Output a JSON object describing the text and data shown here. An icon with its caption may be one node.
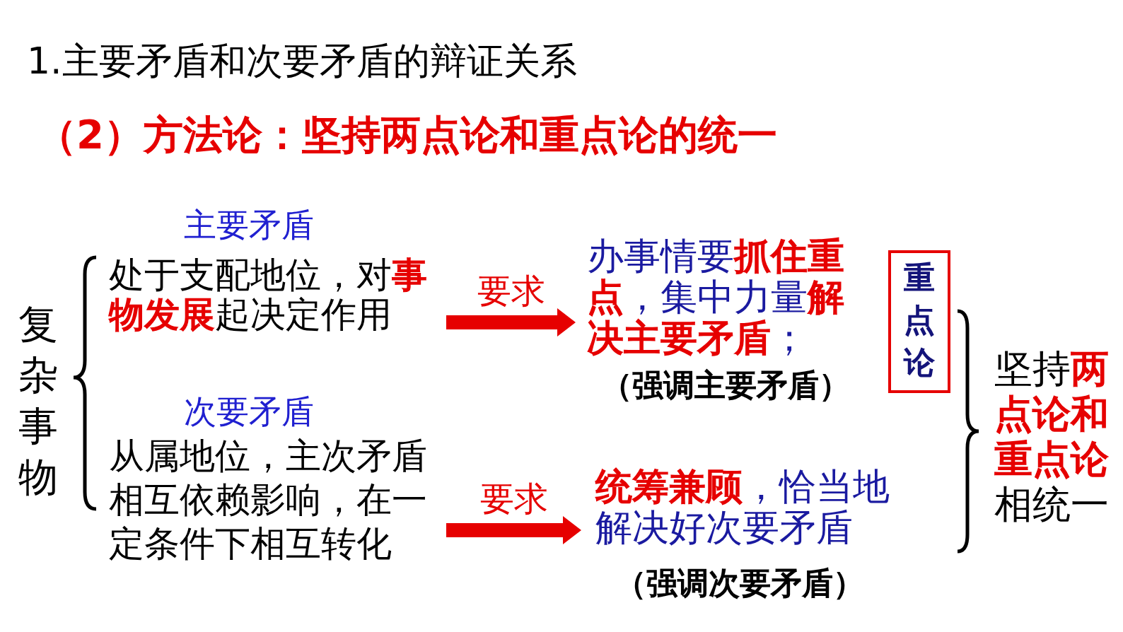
{
  "diagram": {
    "title": "1.主要矛盾和次要矛盾的辩证关系",
    "nodes": [
      {
        "text": [
          "复杂事物"
        ]
      },
      {
        "text": [
          "主要矛盾",
          "处于支配地位，对**事物发展**起决定作用"
        ]
      },
      {
        "text": [
          "次要矛盾",
          "从属地位，主次矛盾相互依赖影响，在一定条件下相互转化"
        ]
      },
      {
        "text": [
          "办事情要**抓住重点**，集中力量**解决主要矛盾**；"
        ],
        "beside": [
          "（强调主要矛盾）"
        ]
      },
      {
        "text": [
          "**统筹兼顾**，恰当地解决好次要矛盾"
        ],
        "beside": [
          "（强调次要矛盾）"
        ]
      },
      {
        "text": [
          "重点论"
        ]
      },
      {
        "text": [
          "坚持**两点论和重点论**相统一"
        ]
      }
    ],
    "edges": [
      {
        "from": 1,
        "to": 3,
        "arrow": "to",
        "label": "要求",
        "style": "thick"
      },
      {
        "from": 2,
        "to": 4,
        "arrow": "to",
        "label": "要求",
        "style": "thick"
      }
    ],
    "labels": [
      "（2）方法论：坚持两点论和重点论的统一"
    ]
  }
}
